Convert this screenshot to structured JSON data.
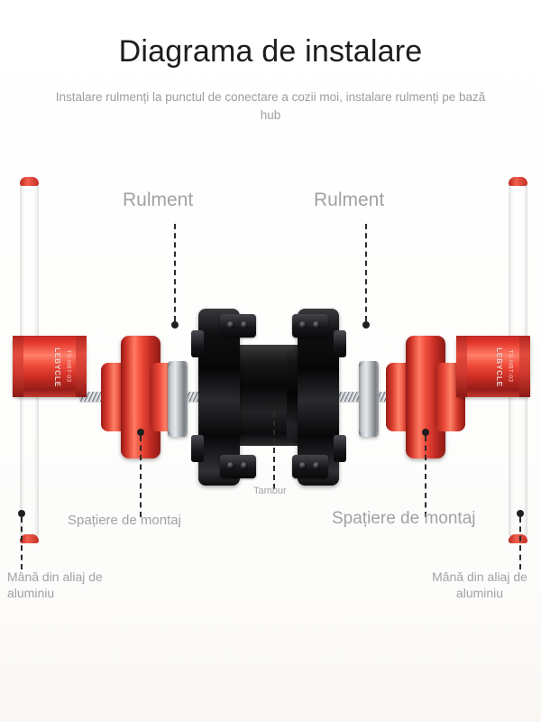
{
  "header": {
    "title": "Diagrama de instalare",
    "subtitle": "Instalare rulmenți la punctul de conectare a cozii moi, instalare rulmenți pe bază hub"
  },
  "diagram": {
    "labels": {
      "bearing_left": "Rulment",
      "bearing_right": "Rulment",
      "spacer_left": "Spațiere de montaj",
      "spacer_right": "Spațiere de montaj",
      "hub": "Tambur",
      "handle_left": "Mână din aliaj de aluminiu",
      "handle_right": "Mână din aliaj de aluminiu"
    },
    "parts": {
      "handle_left": {
        "brand": "LEBYCLE",
        "model": "TS-HBT-03"
      },
      "handle_right": {
        "brand": "LEBYCLE",
        "model": "TS-HBT-03"
      }
    },
    "colors": {
      "anodized_red": "#e04031",
      "bearing_silver": "#b4b9be",
      "hub_black": "#0c0c0e",
      "label_gray": "#a2a2a2",
      "leader_line": "#2a2a2a",
      "title_text": "#1d1d1f",
      "background": "#ffffff"
    }
  }
}
